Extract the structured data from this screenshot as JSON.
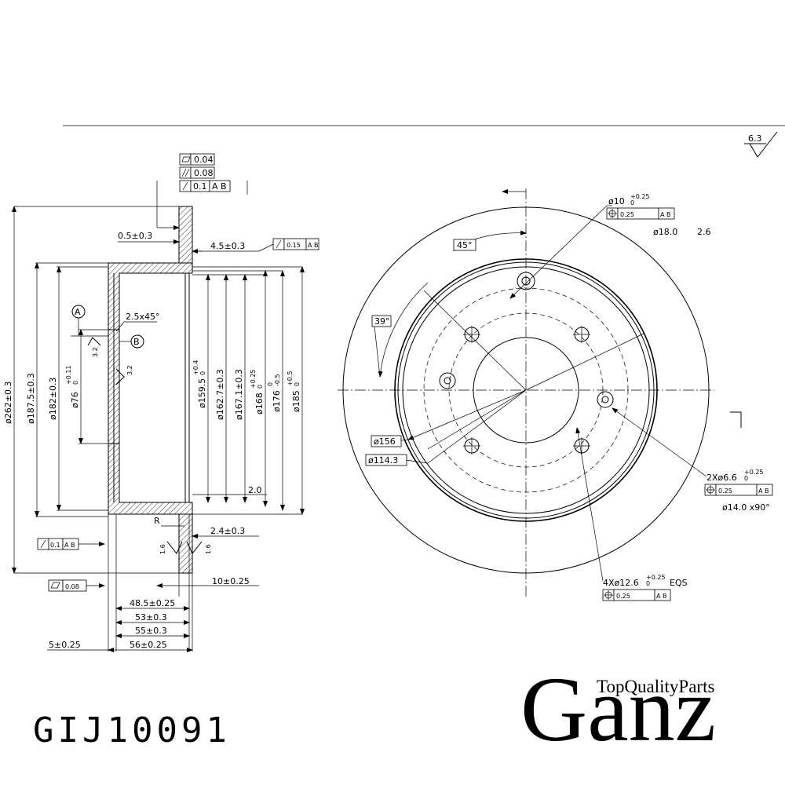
{
  "part_number": "GIJ10091",
  "brand": {
    "name": "Ganz",
    "tagline": "TopQualityParts"
  },
  "surface_finish": "6.3",
  "tolerance_frames": {
    "flatness": "0.04",
    "parallelism": "0.08",
    "runout_top": "0.1",
    "datums_ab": "A B",
    "runout_right": "0.15",
    "runout_left_bottom": "0.1",
    "flatness_bottom": "0.08",
    "position_holes": "0.25"
  },
  "datums": {
    "a": "A",
    "b": "B"
  },
  "side_view": {
    "dims": {
      "d262": "ø262±0.3",
      "d187_5": "ø187.5±0.3",
      "d182": "ø182±0.3",
      "d76": "ø76",
      "d76_tol": "+0.11",
      "d76_tol2": "0",
      "d159_5": "ø159.5",
      "d159_5_tol": "+0.4",
      "d159_5_tol2": "0",
      "d162_7": "ø162.7±0.3",
      "d167_1": "ø167.1±0.3",
      "d168": "ø168",
      "d168_tol": "+0.25",
      "d168_tol2": "0",
      "d176": "ø176",
      "d176_tol": "0",
      "d176_tol2": "-0.5",
      "d185": "ø185",
      "d185_tol": "+0.5",
      "d185_tol2": "0",
      "chamfer": "2.5x45°",
      "offset_0_5": "0.5±0.3",
      "offset_4_5": "4.5±0.3",
      "dim_2_4": "2.4±0.3",
      "dim_10": "10±0.25",
      "dim_48_5": "48.5±0.25",
      "dim_53": "53±0.3",
      "dim_55": "55±0.3",
      "dim_56": "56±0.25",
      "dim_5": "5±0.25",
      "r_label": "R",
      "dim_2_0": "2.0",
      "rough_3_2a": "3.2",
      "rough_3_2b": "3.2",
      "rough_1_6a": "1.6",
      "rough_1_6b": "1.6"
    }
  },
  "front_view": {
    "dims": {
      "angle_45": "45°",
      "angle_39": "39°",
      "pcd_156": "ø156",
      "pcd_114_3": "ø114.3",
      "hole_10": "ø10",
      "hole_10_tol": "+0.25",
      "hole_10_tol2": "0",
      "hole_10_cb": "ø18.0",
      "hole_10_depth": "2.6",
      "hole_6_6": "2Xø6.6",
      "hole_6_6_tol": "+0.25",
      "hole_6_6_tol2": "0",
      "hole_6_6_cb": "ø14.0 x90°",
      "hole_12_6": "4Xø12.6",
      "hole_12_6_tol": "+0.25",
      "hole_12_6_tol2": "0",
      "hole_12_6_eqs": "EQS"
    }
  }
}
